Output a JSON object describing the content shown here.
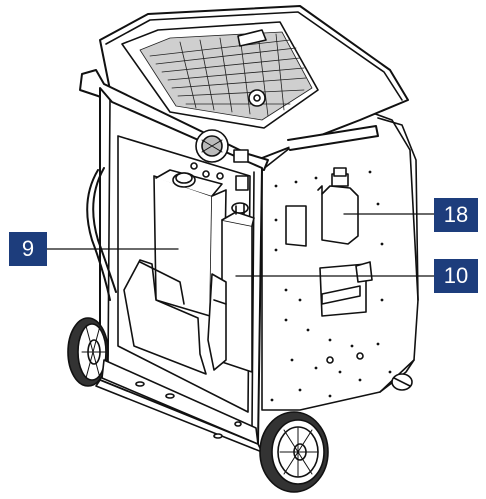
{
  "callouts": [
    {
      "id": "9",
      "label": "9"
    },
    {
      "id": "18",
      "label": "18"
    },
    {
      "id": "10",
      "label": "10"
    }
  ],
  "colors": {
    "callout_bg": "#1d3d7c",
    "line": "#111111",
    "fill_light": "#ffffff",
    "fill_grey": "#c8c8c8"
  }
}
